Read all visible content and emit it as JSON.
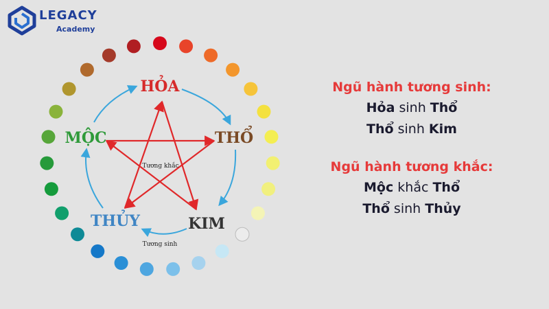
{
  "logo": {
    "title": "LEGACY",
    "subtitle": "Academy",
    "brand_color": "#1f3f9a"
  },
  "diagram": {
    "elements": {
      "hoa": {
        "label": "HỎA",
        "color": "#d62a2a"
      },
      "tho": {
        "label": "THỔ",
        "color": "#7a4a25"
      },
      "kim": {
        "label": "KIM",
        "color": "#333333"
      },
      "thuy": {
        "label": "THỦY",
        "color": "#3f85c4"
      },
      "moc": {
        "label": "MỘC",
        "color": "#2f9a3a"
      }
    },
    "inner_label": "Tương khắc",
    "outer_label": "Tương sinh",
    "star_color": "#e0282a",
    "cycle_color": "#3aa6dc",
    "ring_colors": [
      "#d6081b",
      "#e8442a",
      "#ee6a28",
      "#f3962c",
      "#f6c43a",
      "#f4e13f",
      "#f4ee52",
      "#f2f071",
      "#f1f07f",
      "#f4f4b6",
      "#ececec",
      "#c6e7f5",
      "#a6d2ee",
      "#7cc0ea",
      "#4ea6e0",
      "#2a8fd6",
      "#1578c8",
      "#0e8a96",
      "#119f6c",
      "#159b3c",
      "#269a3a",
      "#57a63a",
      "#8ab33b",
      "#b0962e",
      "#b06a2d",
      "#a43a2a",
      "#b01e22"
    ]
  },
  "panel": {
    "sinh_heading": "Ngũ hành tương sinh:",
    "sinh1": {
      "a": "Hỏa",
      "verb": " sinh ",
      "b": "Thổ"
    },
    "sinh2": {
      "a": "Thổ",
      "verb": " sinh ",
      "b": "Kim"
    },
    "khac_heading": "Ngũ hành tương khắc:",
    "khac1": {
      "a": "Mộc",
      "verb": " khắc ",
      "b": "Thổ"
    },
    "khac2": {
      "a": "Thổ",
      "verb": " sinh ",
      "b": "Thủy"
    }
  }
}
